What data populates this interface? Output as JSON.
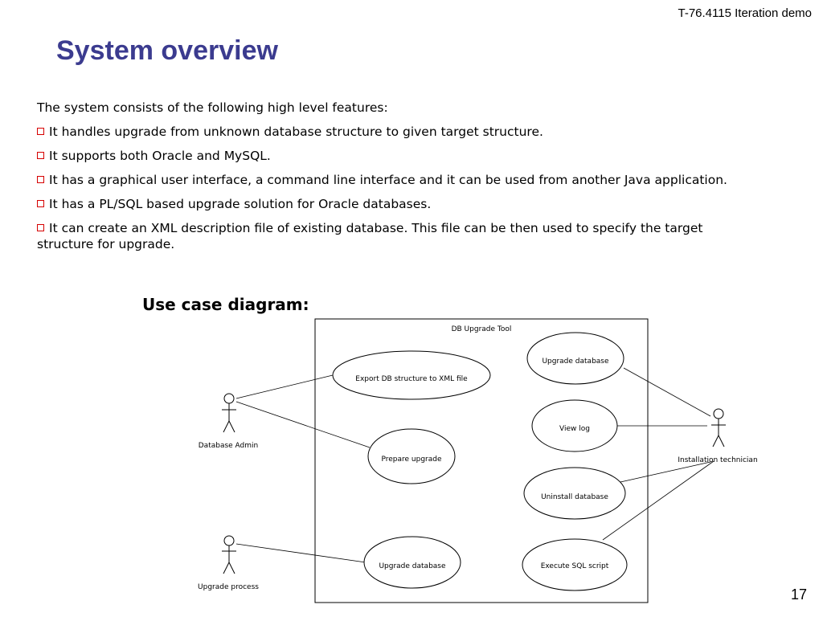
{
  "header": {
    "course_tag": "T-76.4115 Iteration demo"
  },
  "title": "System overview",
  "intro": "The system consists of the following high level features:",
  "features": [
    "It handles upgrade from unknown database structure to given target structure.",
    "It supports both Oracle and MySQL.",
    "It has a graphical user interface, a command line interface and it can be used from another Java application.",
    "It has a PL/SQL based upgrade solution for Oracle databases.",
    "It can create an XML description file of existing database. This file can be then used to specify the target structure for upgrade."
  ],
  "diagram": {
    "heading": "Use case diagram",
    "heading_suffix": ":",
    "system_title": "DB Upgrade Tool",
    "actors": {
      "db_admin": "Database Admin",
      "upgrade_process": "Upgrade process",
      "installation_technician": "Installation technician"
    },
    "use_cases": {
      "export_xml": "Export DB structure to XML file",
      "prepare_upgrade": "Prepare upgrade",
      "upgrade_db_process": "Upgrade database",
      "upgrade_db_tech": "Upgrade database",
      "view_log": "View log",
      "uninstall_db": "Uninstall database",
      "execute_sql": "Execute SQL script"
    }
  },
  "slide_number": "17"
}
